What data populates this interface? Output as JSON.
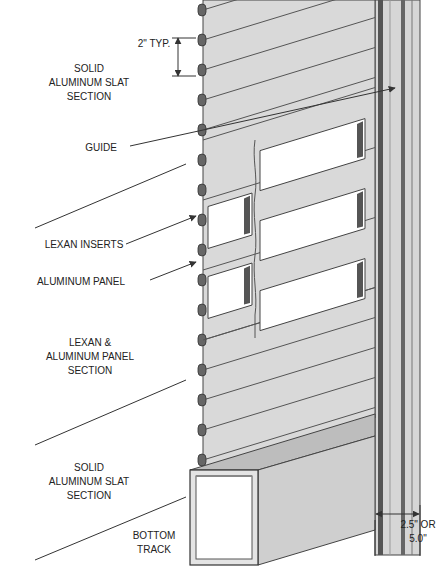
{
  "diagram": {
    "labels": [
      "2\" TYP.",
      "SOLID ALUMINUM SLAT SECTION",
      "GUIDE",
      "LEXAN INSERTS",
      "ALUMINUM PANEL",
      "LEXAN & ALUMINUM PANEL SECTION",
      "SOLID ALUMINUM SLAT SECTION",
      "BOTTOM TRACK",
      "2.5\" OR 5.0\""
    ]
  }
}
